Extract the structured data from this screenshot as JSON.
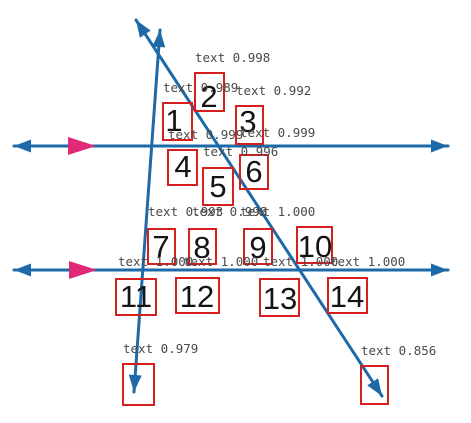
{
  "colors": {
    "line": "#1e6aa8",
    "arrow_marker": "#e02a78",
    "box": "#d61f1f",
    "label": "#4a4a4a",
    "number": "#141414"
  },
  "number_labels": [
    "1",
    "2",
    "3",
    "4",
    "5",
    "6",
    "7",
    "8",
    "9",
    "10",
    "11",
    "12",
    "13",
    "14"
  ],
  "detections": [
    {
      "label": "text",
      "score": "0.998"
    },
    {
      "label": "text",
      "score": "0.989"
    },
    {
      "label": "text",
      "score": "0.992"
    },
    {
      "label": "text",
      "score": "0.999"
    },
    {
      "label": "text",
      "score": "0.999"
    },
    {
      "label": "text",
      "score": "0.996"
    },
    {
      "label": "text",
      "score": "0.993"
    },
    {
      "label": "text",
      "score": "0.998"
    },
    {
      "label": "text",
      "score": "1.000"
    },
    {
      "label": "text",
      "score": "1.000"
    },
    {
      "label": "text",
      "score": "1.000"
    },
    {
      "label": "text",
      "score": "1.000"
    },
    {
      "label": "text",
      "score": "1.000"
    },
    {
      "label": "text",
      "score": "0.979"
    },
    {
      "label": "text",
      "score": "0.856"
    }
  ]
}
